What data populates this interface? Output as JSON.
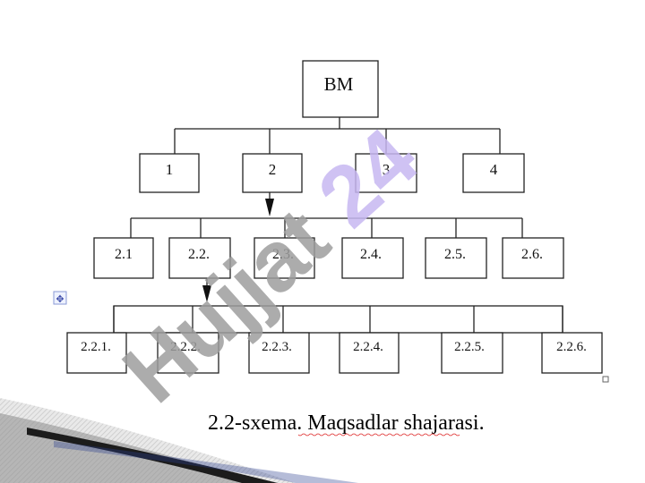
{
  "diagram": {
    "root": "BM",
    "level1": [
      "1",
      "2",
      "3",
      "4"
    ],
    "level2": [
      "2.1",
      "2.2.",
      "2.3.",
      "2.4.",
      "2.5.",
      "2.6."
    ],
    "level3": [
      "2.2.1.",
      "2.2.2.",
      "2.2.3.",
      "2.2.4.",
      "2.2.5.",
      "2.2.6."
    ]
  },
  "caption": "2.2-sxema. Maqsadlar shajarasi.",
  "watermark": {
    "text": "Hujjat 24",
    "colors": {
      "hujjat": "#9e9e9e",
      "number": "#c7b8f2"
    }
  },
  "move_handle_glyph": "✥"
}
